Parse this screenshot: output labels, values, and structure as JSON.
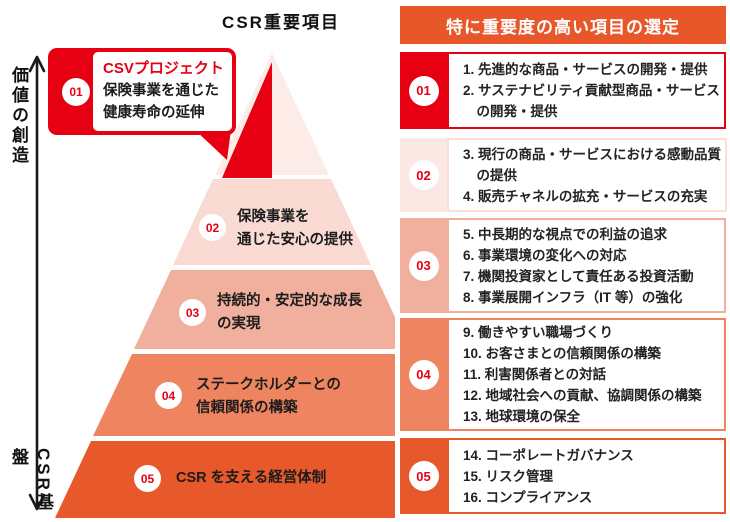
{
  "title": "CSR重要項目",
  "axis": {
    "top_label": "価値の創造",
    "bottom_label": "CSR基盤"
  },
  "pyramid": {
    "callout": {
      "number": "01",
      "heading": "CSVプロジェクト",
      "line1": "保険事業を通じた",
      "line2": "健康寿命の延伸"
    },
    "tiers": [
      {
        "number": "02",
        "lines": [
          "保険事業を",
          "通じた安心の提供"
        ]
      },
      {
        "number": "03",
        "lines": [
          "持続的・安定的な成長",
          "の実現"
        ]
      },
      {
        "number": "04",
        "lines": [
          "ステークホルダーとの",
          "信頼関係の構築"
        ]
      },
      {
        "number": "05",
        "lines": [
          "CSR を支える経営体制"
        ]
      }
    ]
  },
  "panel": {
    "header": "特に重要度の高い項目の選定",
    "rows": [
      {
        "number": "01",
        "items": [
          "1. 先進的な商品・サービスの開発・提供",
          "2. サステナビリティ貢献型商品・サービス",
          "　の開発・提供"
        ]
      },
      {
        "number": "02",
        "items": [
          "3. 現行の商品・サービスにおける感動品質",
          "　の提供",
          "4. 販売チャネルの拡充・サービスの充実"
        ]
      },
      {
        "number": "03",
        "items": [
          "5. 中長期的な視点での利益の追求",
          "6. 事業環境の変化への対応",
          "7. 機関投資家として責任ある投資活動",
          "8. 事業展開インフラ（IT 等）の強化"
        ]
      },
      {
        "number": "04",
        "items": [
          "9. 働きやすい職場づくり",
          "10. お客さまとの信頼関係の構築",
          "11. 利害関係者との対話",
          "12. 地域社会への貢献、協調関係の構築",
          "13. 地球環境の保全"
        ]
      },
      {
        "number": "05",
        "items": [
          "14. コーポレートガバナンス",
          "15. リスク管理",
          "16. コンプライアンス"
        ]
      }
    ]
  },
  "colors": {
    "red": "#e60012",
    "orange": "#e8572a",
    "tier1": "#fcebe7",
    "tier2": "#f9dbd3",
    "tier3": "#f1b09e",
    "tier4": "#ee8560",
    "tier5": "#e7592a",
    "row2badge": "#fbe8e3",
    "row2border": "#fadfd8",
    "text": "#2b2b2b"
  }
}
